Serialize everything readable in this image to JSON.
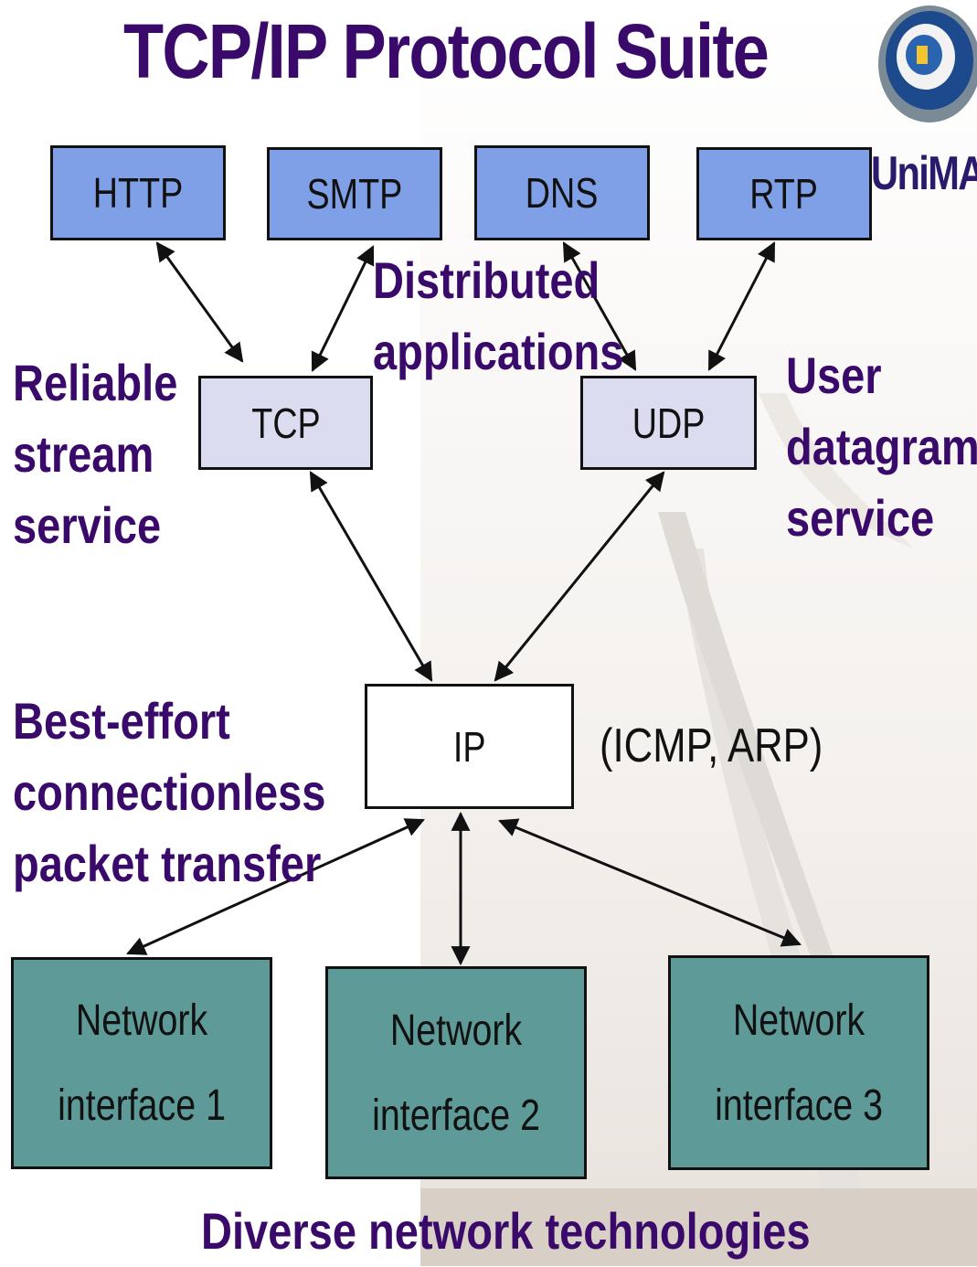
{
  "title": "TCP/IP Protocol Suite",
  "logo": {
    "text": "UniMAP",
    "icon": "unimap-logo-icon"
  },
  "applications": [
    "HTTP",
    "SMTP",
    "DNS",
    "RTP"
  ],
  "applications_label": [
    "Distributed",
    "applications"
  ],
  "transport": {
    "tcp": "TCP",
    "udp": "UDP"
  },
  "tcp_label": [
    "Reliable",
    "stream",
    "service"
  ],
  "udp_label": [
    "User",
    "datagram",
    "service"
  ],
  "ip": {
    "label": "IP",
    "extras": "(ICMP, ARP)"
  },
  "ip_label": [
    "Best-effort",
    "connectionless",
    "packet transfer"
  ],
  "networks": [
    {
      "line1": "Network",
      "line2": "interface 1"
    },
    {
      "line1": "Network",
      "line2": "interface 2"
    },
    {
      "line1": "Network",
      "line2": "interface 3"
    }
  ],
  "networks_label": "Diverse network technologies",
  "colors": {
    "application": "#7f9fe6",
    "transport": "#dcdcf0",
    "ip": "#ffffff",
    "network": "#5e9a98",
    "label": "#3a0a6b"
  }
}
